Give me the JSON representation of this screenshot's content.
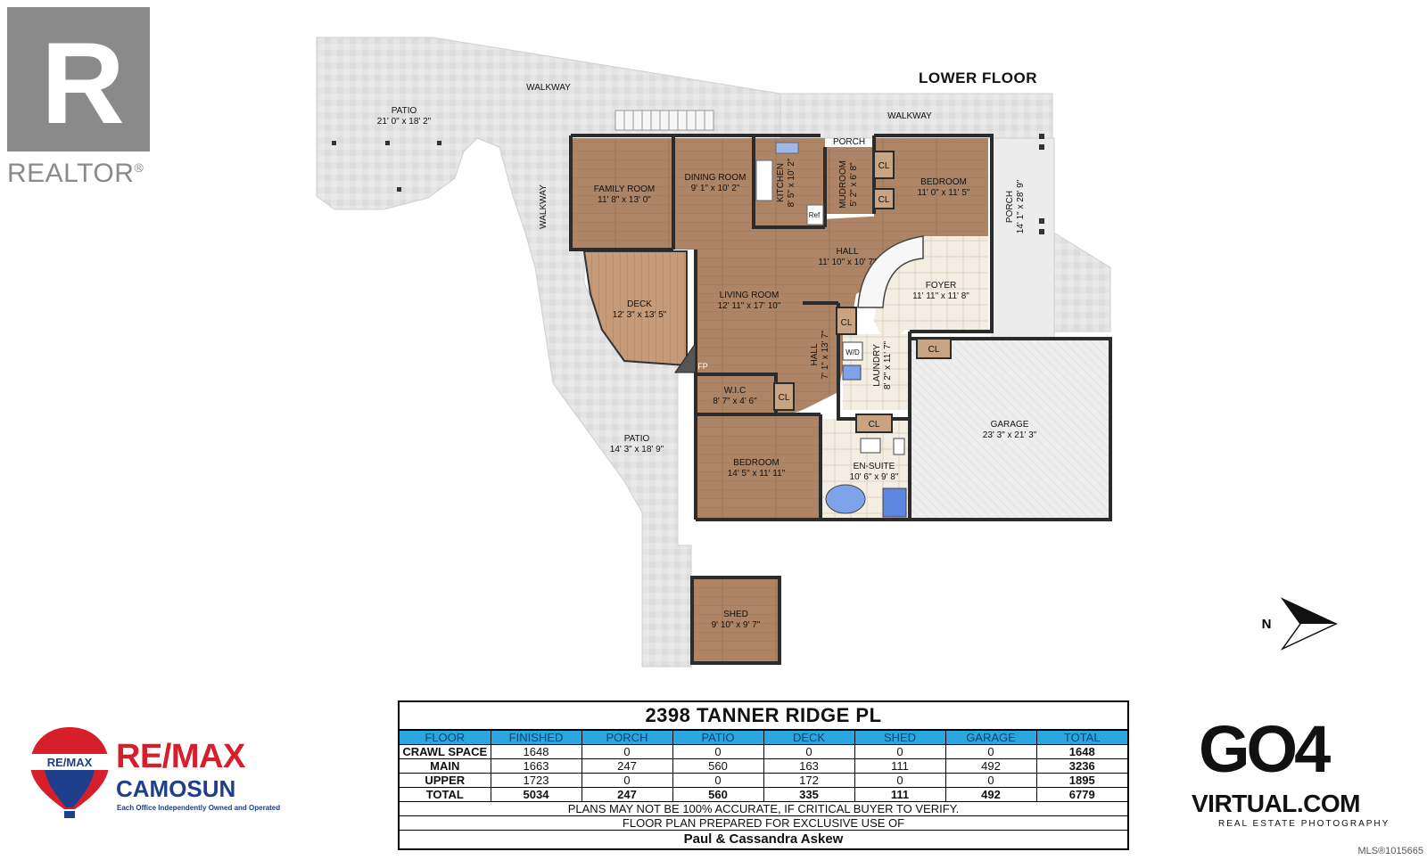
{
  "branding": {
    "realtor_letter": "R",
    "realtor_text": "REALTOR",
    "realtor_mark": "®",
    "remax_balloon_text": "RE/MAX",
    "remax_word": "RE/MAX",
    "remax_office": "CAMOSUN",
    "remax_tagline": "Each Office Independently Owned and Operated",
    "go4_mark": "GO4",
    "go4_url": "VIRTUAL.COM",
    "go4_tagline": "REAL ESTATE PHOTOGRAPHY",
    "mls": "MLS®1015665"
  },
  "floor_title": "LOWER FLOOR",
  "compass": {
    "letter": "N",
    "icon": "north-arrow-icon"
  },
  "colors": {
    "wood": "#b08a68",
    "paving": "#e2e2e2",
    "wall": "#2b2b2b",
    "deck": "#c49a78",
    "table_header": "#2aa7e0",
    "remax_red": "#d61f2b",
    "remax_blue": "#1d3f8c"
  },
  "rooms": {
    "patio_top": {
      "name": "PATIO",
      "dims": "21' 0\" x 18' 2\""
    },
    "walkway_top": {
      "name": "WALKWAY"
    },
    "walkway_right": {
      "name": "WALKWAY"
    },
    "walkway_left": {
      "name": "WALKWAY"
    },
    "family_room": {
      "name": "FAMILY ROOM",
      "dims": "11' 8\" x 13' 0\""
    },
    "dining_room": {
      "name": "DINING ROOM",
      "dims": "9' 1\" x 10' 2\""
    },
    "kitchen": {
      "name": "KITCHEN",
      "dims": "8' 5\" x 10' 2\""
    },
    "ref": {
      "name": "Ref"
    },
    "porch_top": {
      "name": "PORCH"
    },
    "mudroom": {
      "name": "MUDROOM",
      "dims": "5' 2\" x 6' 8\""
    },
    "bedroom_top": {
      "name": "BEDROOM",
      "dims": "11' 0\" x 11' 5\""
    },
    "porch_right": {
      "name": "PORCH",
      "dims": "14' 1\" x 28' 9\""
    },
    "hall_top": {
      "name": "HALL",
      "dims": "11' 10\" x 10' 7\""
    },
    "foyer": {
      "name": "FOYER",
      "dims": "11' 11\" x 11' 8\""
    },
    "deck": {
      "name": "DECK",
      "dims": "12' 3\" x 13' 5\""
    },
    "living_room": {
      "name": "LIVING ROOM",
      "dims": "12' 11\" x 17' 10\""
    },
    "fp": {
      "name": "FP"
    },
    "hall_mid": {
      "name": "HALL",
      "dims": "7' 1\" x 13' 7\""
    },
    "wd": {
      "name": "W/D"
    },
    "laundry": {
      "name": "LAUNDRY",
      "dims": "8' 2\" x 11' 7\""
    },
    "wic": {
      "name": "W.I.C",
      "dims": "8' 7\" x 4' 6\""
    },
    "closet": {
      "name": "CL"
    },
    "garage": {
      "name": "GARAGE",
      "dims": "23' 3\" x 21' 3\""
    },
    "patio_left": {
      "name": "PATIO",
      "dims": "14' 3\" x 18' 9\""
    },
    "bedroom_bottom": {
      "name": "BEDROOM",
      "dims": "14' 5\" x 11' 11\""
    },
    "ensuite": {
      "name": "EN-SUITE",
      "dims": "10' 6\" x 9' 8\""
    },
    "shed": {
      "name": "SHED",
      "dims": "9' 10\" x 9' 7\""
    }
  },
  "table": {
    "title": "2398 TANNER RIDGE PL",
    "headers": [
      "FLOOR",
      "FINISHED",
      "PORCH",
      "PATIO",
      "DECK",
      "SHED",
      "GARAGE",
      "TOTAL"
    ],
    "rows": [
      [
        "CRAWL SPACE",
        "1648",
        "0",
        "0",
        "0",
        "0",
        "0",
        "1648"
      ],
      [
        "MAIN",
        "1663",
        "247",
        "560",
        "163",
        "111",
        "492",
        "3236"
      ],
      [
        "UPPER",
        "1723",
        "0",
        "0",
        "172",
        "0",
        "0",
        "1895"
      ],
      [
        "TOTAL",
        "5034",
        "247",
        "560",
        "335",
        "111",
        "492",
        "6779"
      ]
    ],
    "note1": "PLANS MAY NOT BE 100% ACCURATE, IF CRITICAL BUYER TO VERIFY.",
    "note2": "FLOOR PLAN PREPARED FOR EXCLUSIVE USE OF",
    "note3": "Paul & Cassandra Askew"
  }
}
